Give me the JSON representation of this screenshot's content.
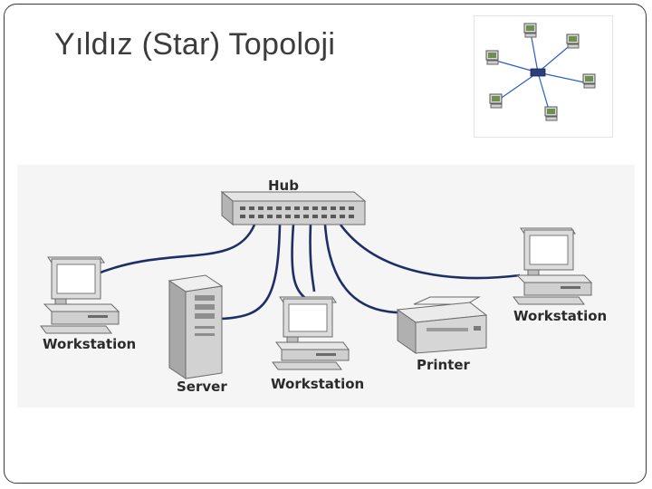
{
  "slide": {
    "title": "Yıldız (Star) Topoloji"
  },
  "diagram": {
    "hub_label": "Hub",
    "nodes": [
      {
        "label": "Workstation"
      },
      {
        "label": "Server"
      },
      {
        "label": "Workstation"
      },
      {
        "label": "Printer"
      },
      {
        "label": "Workstation"
      }
    ]
  },
  "colors": {
    "cable": "#1f2f66",
    "thumb_link": "#2a5ec8",
    "frame": "#3a3a3a",
    "title": "#3c3c3c"
  }
}
